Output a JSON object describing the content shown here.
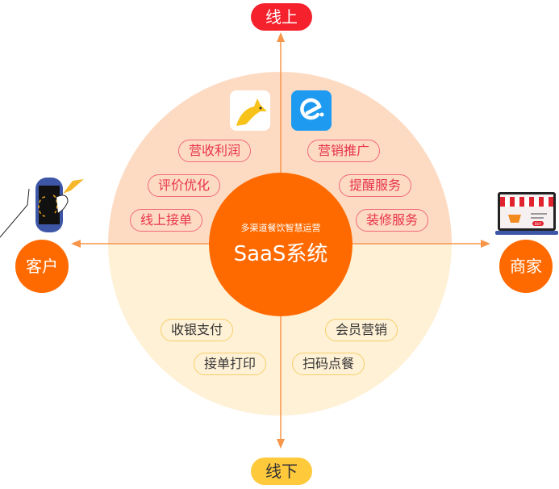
{
  "axes": {
    "top_label": "线上",
    "bottom_label": "线下",
    "left_label": "客户",
    "right_label": "商家"
  },
  "center": {
    "subtitle": "多渠道餐饮智慧运营",
    "title": "SaaS系统"
  },
  "online_left": [
    "营收利润",
    "评价优化",
    "线上接单"
  ],
  "online_right": [
    "营销推广",
    "提醒服务",
    "装修服务"
  ],
  "offline_left": [
    "收银支付",
    "接单打印"
  ],
  "offline_right": [
    "会员营销",
    "扫码点餐"
  ],
  "icons": {
    "left": "meituan-kangaroo-icon",
    "right": "eleme-icon",
    "customer": "phone-in-hand-icon",
    "merchant": "online-shop-laptop-icon"
  },
  "shop_buy_text": "BUY",
  "colors": {
    "orange": "#ff6a00",
    "red": "#f5222d",
    "yellow": "#ffc93c",
    "online_bg": "#fddbc3",
    "offline_bg": "#fff1d6"
  }
}
